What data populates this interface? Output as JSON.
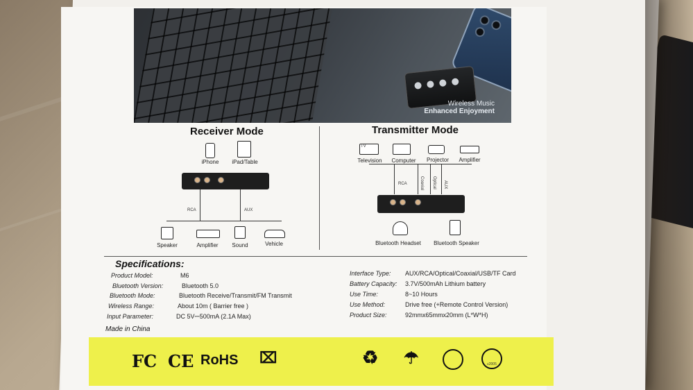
{
  "hero": {
    "line1": "Wireless Music",
    "line2": "Enhanced Enjoyment"
  },
  "receiver": {
    "title": "Receiver Mode",
    "sources": [
      "iPhone",
      "iPad/Table"
    ],
    "wires": [
      "RCA",
      "AUX"
    ],
    "outputs": [
      "Speaker",
      "Amplifier",
      "Sound",
      "Vehicle"
    ]
  },
  "transmitter": {
    "title": "Transmitter Mode",
    "sources": [
      "Television",
      "Computer",
      "Projector",
      "Amplifier"
    ],
    "tv_label": "TV",
    "wires": [
      "RCA",
      "Coaxial",
      "Optical",
      "AUX"
    ],
    "outputs": [
      "Bluetooth Headset",
      "Bluetooth Speaker"
    ]
  },
  "specs": {
    "title": "Specifications:",
    "left": [
      {
        "k": "Product Model:",
        "v": "M6"
      },
      {
        "k": "Bluetooth Version:",
        "v": "Bluetooth 5.0"
      },
      {
        "k": "Bluetooth Mode:",
        "v": "Bluetooth Receive/Transmit/FM Transmit"
      },
      {
        "k": "Wireless Range:",
        "v": "About 10m ( Barrier free )"
      },
      {
        "k": "Input Parameter:",
        "v": "DC 5V⎓500mA (2.1A Max)"
      }
    ],
    "right": [
      {
        "k": "Interface Type:",
        "v": "AUX/RCA/Optical/Coaxial/USB/TF Card"
      },
      {
        "k": "Battery Capacity:",
        "v": "3.7V/500mAh Lithium battery"
      },
      {
        "k": "Use Time:",
        "v": "8~10 Hours"
      },
      {
        "k": "Use Method:",
        "v": "Drive free  (+Remote Control Version)"
      },
      {
        "k": "Product Size:",
        "v": "92mmx65mmx20mm (L*W*H)"
      }
    ],
    "made_in": "Made in China"
  },
  "marks": {
    "fc": "FC",
    "ce": "CE",
    "rohs": "RoHS",
    "year": "≤2005"
  }
}
